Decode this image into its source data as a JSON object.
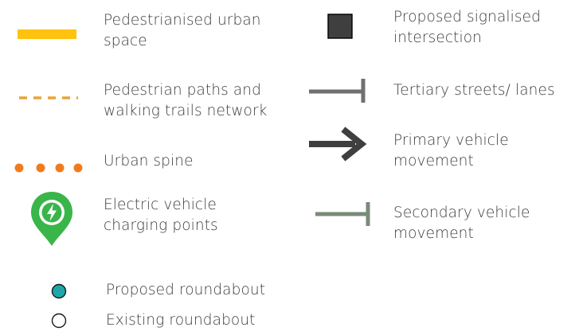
{
  "legend": {
    "items": [
      {
        "id": "pedestrianised",
        "label": "Pedestrianised urban\nspace",
        "icon": "solid-yellow-bar",
        "color": "#ffc20e"
      },
      {
        "id": "paths",
        "label": "Pedestrian paths and\nwalking trails network",
        "icon": "dashed-orange-line",
        "color": "#e8a43a"
      },
      {
        "id": "spine",
        "label": "Urban spine",
        "icon": "orange-dots",
        "color": "#f07b1e"
      },
      {
        "id": "ev",
        "label": "Electric vehicle\ncharging points",
        "icon": "ev-charging-pin-icon",
        "color": "#39b54a"
      },
      {
        "id": "proposed_roundabout",
        "label": "Proposed roundabout",
        "icon": "teal-circle",
        "color": "#1fa7a8"
      },
      {
        "id": "existing_roundabout",
        "label": "Existing roundabout",
        "icon": "white-circle",
        "color": "#ffffff"
      },
      {
        "id": "signalised",
        "label": "Proposed signalised\nintersection",
        "icon": "dark-square",
        "color": "#3f3f3f"
      },
      {
        "id": "tertiary",
        "label": "Tertiary streets/ lanes",
        "icon": "grey-t-line",
        "color": "#707070"
      },
      {
        "id": "primary",
        "label": "Primary vehicle\nmovement",
        "icon": "dark-arrow",
        "color": "#3f3f3f"
      },
      {
        "id": "secondary",
        "label": "Secondary vehicle\nmovement",
        "icon": "olive-t-line",
        "color": "#7a8a78"
      }
    ]
  }
}
